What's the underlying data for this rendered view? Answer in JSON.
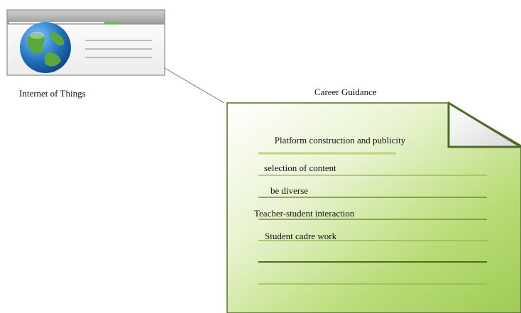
{
  "browser_icon": {
    "label": "Internet of Things",
    "icon": "globe-icon"
  },
  "document": {
    "title": "Career Guidance",
    "items": [
      "Platform construction and publicity",
      "selection of content",
      "be diverse",
      "Teacher-student interaction",
      "Student cadre work"
    ]
  },
  "colors": {
    "doc_green": "#a8cf5c",
    "doc_dark_edge": "#4f6b2a",
    "rule_line": "#8eb54a",
    "window_frame": "#8a8a8a",
    "globe_blue": "#1f6fb8",
    "globe_green": "#5aa83c"
  }
}
